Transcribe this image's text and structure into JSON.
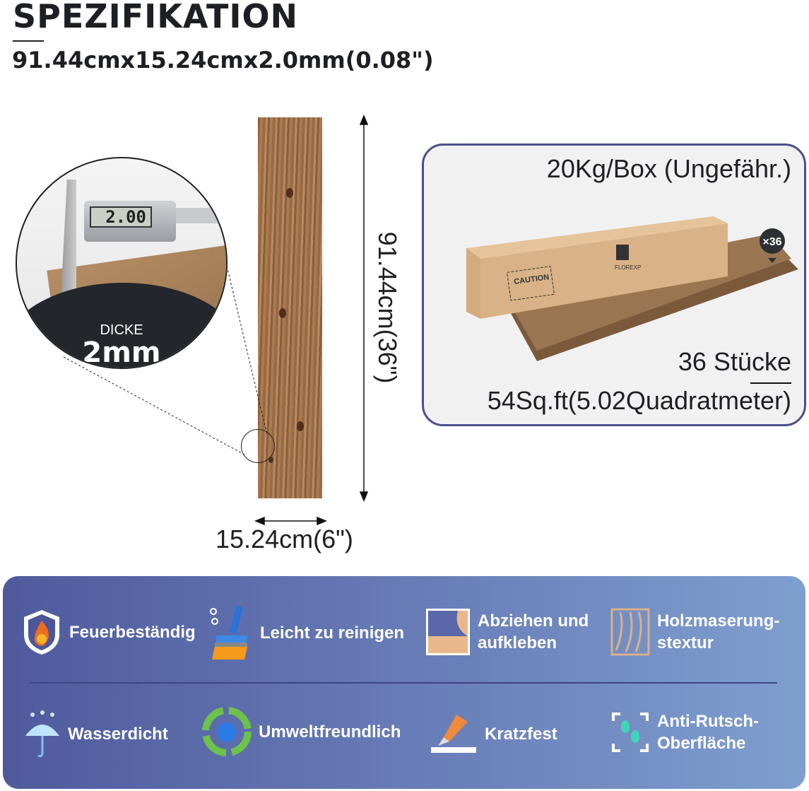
{
  "header": {
    "title": "SPEZIFIKATION",
    "dimensions": "91.44cmx15.24cmx2.0mm(0.08\")"
  },
  "plank": {
    "length_label": "91.44cm(36\")",
    "width_label": "15.24cm(6\")"
  },
  "thickness": {
    "caliper_reading": "2.00",
    "label": "DICKE",
    "value": "2mm"
  },
  "box": {
    "weight": "20Kg/Box (Ungefähr.)",
    "count_badge": "×36",
    "pieces": "36 Stücke",
    "coverage": "54Sq.ft(5.02Quadratmeter)",
    "caution": "CAUTION",
    "brand": "FLOREXP"
  },
  "features": [
    {
      "icon": "fire-shield-icon",
      "label": "Feuerbeständig"
    },
    {
      "icon": "cleaning-brush-icon",
      "label": "Leicht zu reinigen"
    },
    {
      "icon": "peel-stick-icon",
      "label": "Abziehen und aufkleben"
    },
    {
      "icon": "wood-grain-icon",
      "label": "Holzmaserung-stextur"
    },
    {
      "icon": "waterproof-umbrella-icon",
      "label": "Wasserdicht"
    },
    {
      "icon": "recycle-globe-icon",
      "label": "Umweltfreundlich"
    },
    {
      "icon": "scratch-knife-icon",
      "label": "Kratzfest"
    },
    {
      "icon": "anti-slip-footprint-icon",
      "label": "Anti-Rutsch-Oberfläche"
    }
  ],
  "colors": {
    "panel_border": "#4a4f8c",
    "feature_start": "#4f5a9c",
    "feature_end": "#7f9fcf"
  }
}
